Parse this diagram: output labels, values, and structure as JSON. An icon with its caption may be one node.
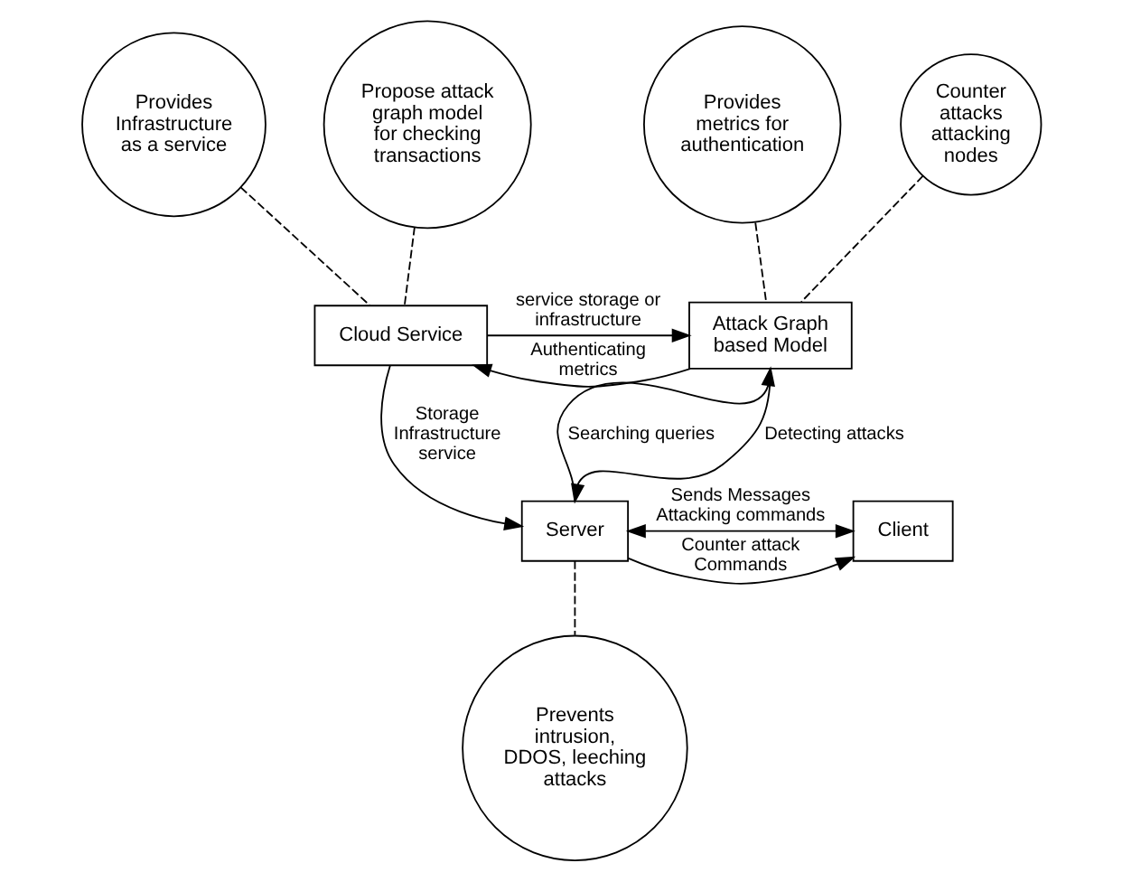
{
  "diagram": {
    "nodes": [
      {
        "text": [
          "Provides Infrastructure as a service"
        ]
      },
      {
        "text": [
          "Propose attack graph model for checking transactions"
        ]
      },
      {
        "text": [
          "Provides metrics for authentication"
        ]
      },
      {
        "text": [
          "Counter attacks attacking nodes"
        ]
      },
      {
        "text": [
          "Cloud Service"
        ]
      },
      {
        "text": [
          "Attack Graph based Model"
        ]
      },
      {
        "text": [
          "Client"
        ]
      },
      {
        "text": [
          "Server"
        ]
      },
      {
        "text": [
          "Prevents intrusion, DDOS, leeching attacks"
        ]
      }
    ],
    "edges": [
      {
        "from": 0,
        "to": 4,
        "arrow": "none",
        "style": "dashed"
      },
      {
        "from": 1,
        "to": 4,
        "arrow": "none",
        "style": "dashed"
      },
      {
        "from": 2,
        "to": 5,
        "arrow": "none",
        "style": "dashed"
      },
      {
        "from": 3,
        "to": 5,
        "arrow": "none",
        "style": "dashed"
      },
      {
        "from": 5,
        "to": 4,
        "arrow": "to",
        "label": "Authenticating metrics"
      },
      {
        "from": 4,
        "to": 5,
        "arrow": "to",
        "label": "service storage or infrastructure"
      },
      {
        "from": 4,
        "to": 7,
        "arrow": "to",
        "label": "Storage Infrastructure service"
      },
      {
        "from": 7,
        "to": 5,
        "arrow": "to",
        "label": "Searching queries"
      },
      {
        "from": 5,
        "to": 7,
        "arrow": "to",
        "label": "Detecting attacks"
      },
      {
        "from": 6,
        "to": 7,
        "arrow": "both",
        "label": "Sends Messages Attacking commands"
      },
      {
        "from": 7,
        "to": 6,
        "arrow": "to",
        "label": "Counter attack Commands"
      },
      {
        "from": 7,
        "to": 8,
        "arrow": "none",
        "style": "dashed"
      }
    ]
  }
}
